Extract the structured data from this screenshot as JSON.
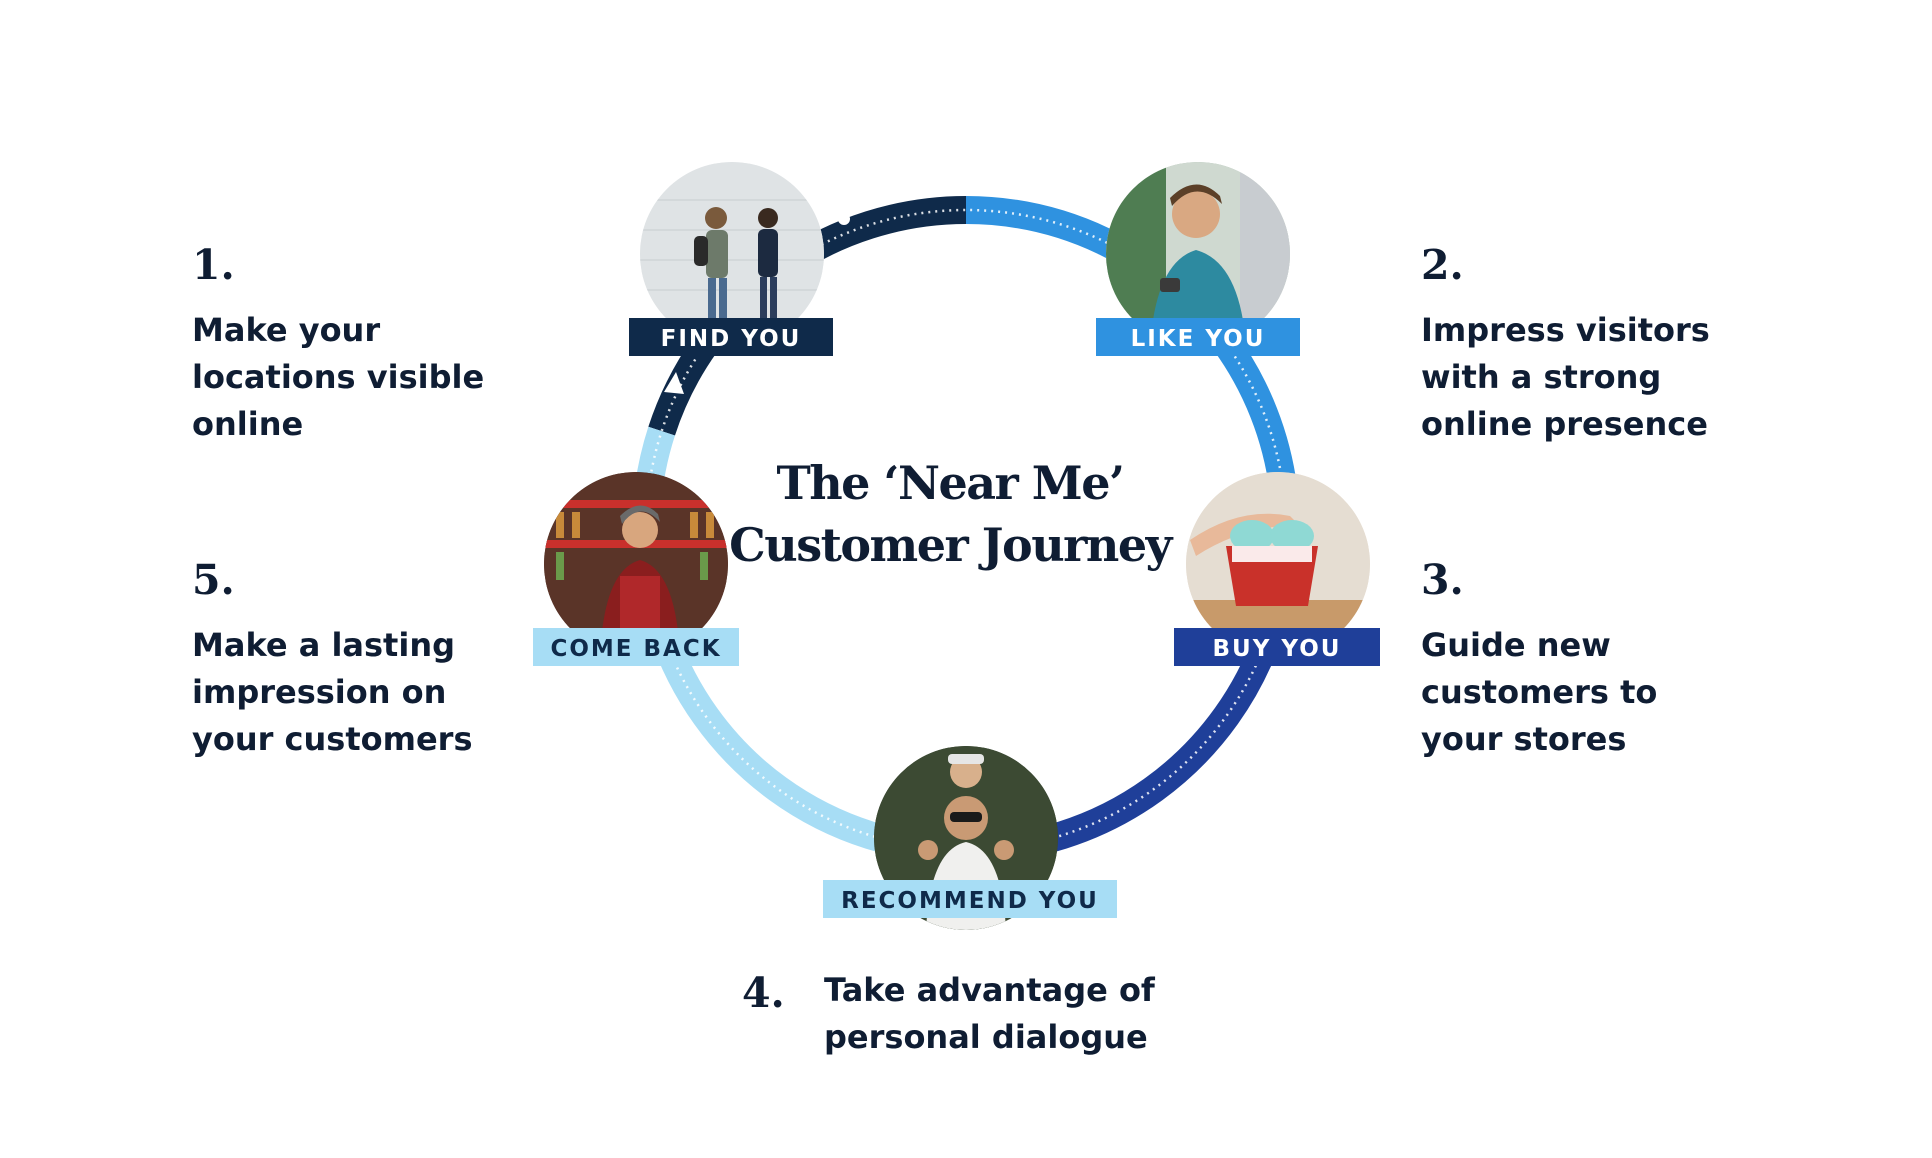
{
  "title": {
    "line1": "The ‘Near Me’",
    "line2": "Customer Journey"
  },
  "steps": [
    {
      "number": "1.",
      "text_lines": [
        "Make your",
        "locations visible",
        "online"
      ]
    },
    {
      "number": "2.",
      "text_lines": [
        "Impress visitors",
        "with a strong",
        "online presence"
      ]
    },
    {
      "number": "3.",
      "text_lines": [
        "Guide new",
        "customers to",
        "your stores"
      ]
    },
    {
      "number": "4.",
      "text_lines": [
        "Take advantage of",
        "personal dialogue"
      ]
    },
    {
      "number": "5.",
      "text_lines": [
        "Make a lasting",
        "impression on",
        "your customers"
      ]
    }
  ],
  "stages": [
    {
      "label": "FIND YOU",
      "color": "#0f2a4a",
      "text_color": "#ffffff",
      "photo": "people-with-phones-photo"
    },
    {
      "label": "LIKE YOU",
      "color": "#2f92e0",
      "text_color": "#ffffff",
      "photo": "woman-with-phone-photo"
    },
    {
      "label": "BUY YOU",
      "color": "#1f3f99",
      "text_color": "#ffffff",
      "photo": "ice-cream-purchase-photo"
    },
    {
      "label": "RECOMMEND YOU",
      "color": "#a7ddf5",
      "text_color": "#0f2a4a",
      "photo": "father-and-child-photo"
    },
    {
      "label": "COME BACK",
      "color": "#a7ddf5",
      "text_color": "#0f2a4a",
      "photo": "bartender-photo"
    }
  ],
  "colors": {
    "text_dark": "#0f1d33",
    "ring_navy": "#0f2a4a",
    "ring_blue": "#2f92e0",
    "ring_royal": "#1f3f99",
    "ring_light": "#a7ddf5"
  }
}
